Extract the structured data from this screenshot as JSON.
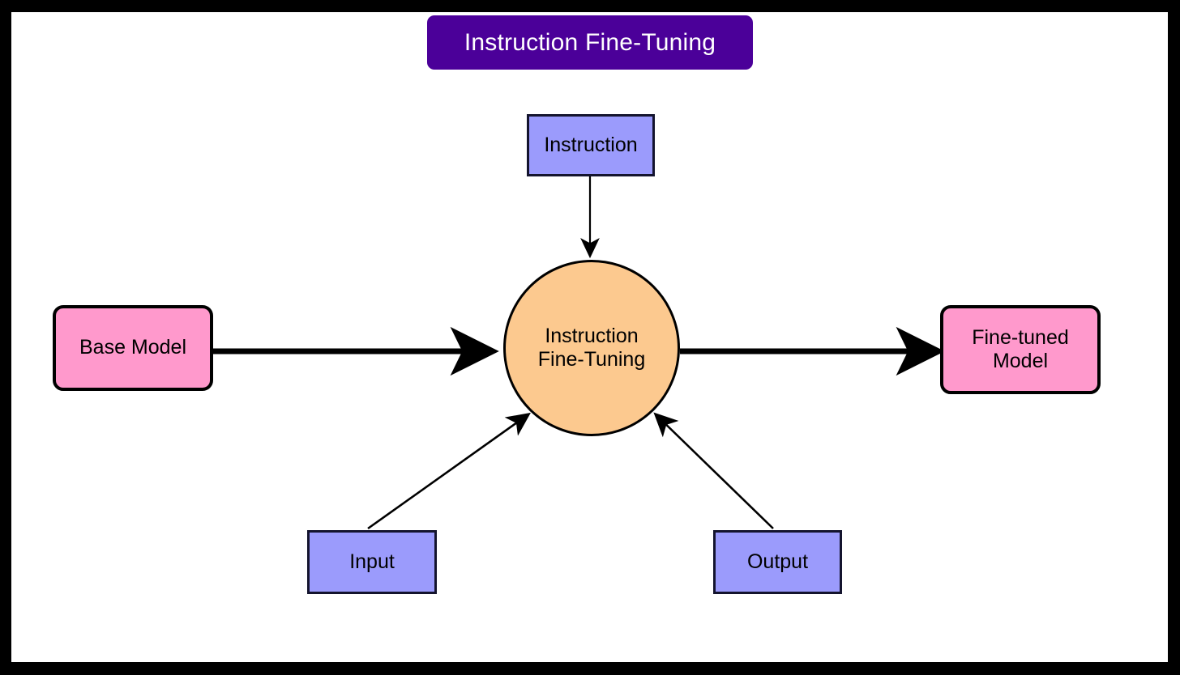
{
  "diagram": {
    "title": "Instruction Fine-Tuning",
    "type": "flow-diagram",
    "canvas_background": "#ffffff",
    "frame_color": "#000000",
    "colors": {
      "title_banner": "#4B0099",
      "title_text": "#ffffff",
      "data_box_fill": "#9B9BFC",
      "data_box_border": "#14142e",
      "model_box_fill": "#FF99CC",
      "model_box_border": "#000000",
      "process_fill": "#FCC98F",
      "process_border": "#000000",
      "connector": "#000000"
    },
    "nodes": {
      "instruction": {
        "label": "Instruction",
        "shape": "rectangle"
      },
      "input": {
        "label": "Input",
        "shape": "rectangle"
      },
      "output": {
        "label": "Output",
        "shape": "rectangle"
      },
      "base_model": {
        "label": "Base Model",
        "shape": "rounded-rectangle"
      },
      "finetuned_model": {
        "label_line1": "Fine-tuned",
        "label_line2": "Model",
        "shape": "rounded-rectangle"
      },
      "process": {
        "label_line1": "Instruction",
        "label_line2": "Fine-Tuning",
        "shape": "circle"
      }
    },
    "edges": [
      {
        "from": "base_model",
        "to": "process",
        "style": "thick",
        "direction": "right"
      },
      {
        "from": "process",
        "to": "finetuned_model",
        "style": "thick",
        "direction": "right"
      },
      {
        "from": "instruction",
        "to": "process",
        "style": "thin",
        "direction": "down"
      },
      {
        "from": "input",
        "to": "process",
        "style": "thin",
        "direction": "diagonal-up-right"
      },
      {
        "from": "output",
        "to": "process",
        "style": "thin",
        "direction": "diagonal-up-left"
      }
    ]
  }
}
